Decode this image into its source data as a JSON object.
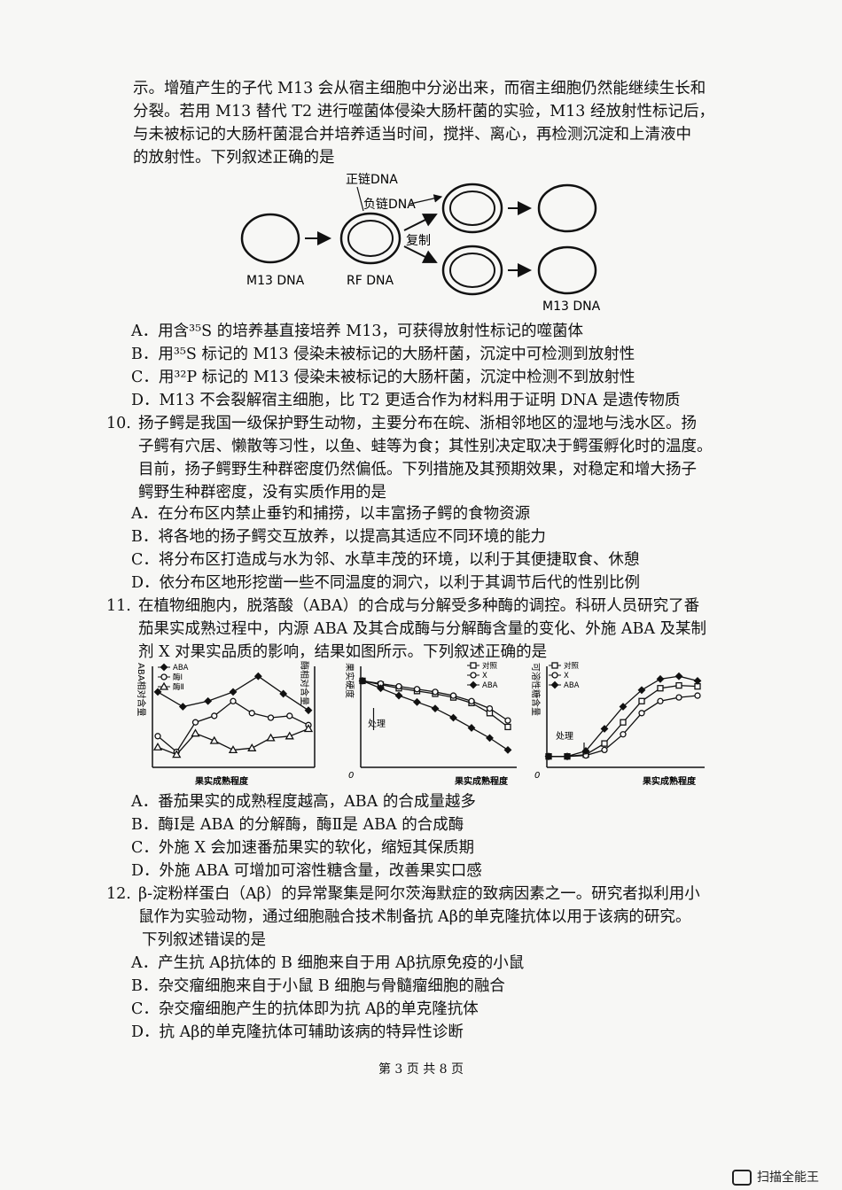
{
  "q9": {
    "stem_lines": [
      "示。增殖产生的子代 M13 会从宿主细胞中分泌出来，而宿主细胞仍然能继续生长和",
      "分裂。若用 M13 替代 T2 进行噬菌体侵染大肠杆菌的实验，M13 经放射性标记后，",
      "与未被标记的大肠杆菌混合并培养适当时间，搅拌、离心，再检测沉淀和上清液中",
      "的放射性。下列叙述正确的是"
    ],
    "diagram": {
      "label_pos_strand": "正链DNA",
      "label_neg_strand": "负链DNA",
      "label_replicate": "复制",
      "label_m13_left": "M13 DNA",
      "label_rf": "RF DNA",
      "label_m13_right": "M13 DNA"
    },
    "options": [
      "A．用含³⁵S 的培养基直接培养 M13，可获得放射性标记的噬菌体",
      "B．用³⁵S 标记的 M13 侵染未被标记的大肠杆菌，沉淀中可检测到放射性",
      "C．用³²P 标记的 M13 侵染未被标记的大肠杆菌，沉淀中检测不到放射性",
      "D．M13 不会裂解宿主细胞，比 T2 更适合作为材料用于证明 DNA 是遗传物质"
    ]
  },
  "q10": {
    "number": "10.",
    "stem_lines": [
      "扬子鳄是我国一级保护野生动物，主要分布在皖、浙相邻地区的湿地与浅水区。扬",
      "子鳄有穴居、懒散等习性，以鱼、蛙等为食；其性别决定取决于鳄蛋孵化时的温度。",
      "目前，扬子鳄野生种群密度仍然偏低。下列措施及其预期效果，对稳定和增大扬子",
      "鳄野生种群密度，没有实质作用的是"
    ],
    "options": [
      "A．在分布区内禁止垂钓和捕捞，以丰富扬子鳄的食物资源",
      "B．将各地的扬子鳄交互放养，以提高其适应不同环境的能力",
      "C．将分布区打造成与水为邻、水草丰茂的环境，以利于其便捷取食、休憩",
      "D．依分布区地形挖凿一些不同温度的洞穴，以利于其调节后代的性别比例"
    ]
  },
  "q11": {
    "number": "11.",
    "stem_lines": [
      "在植物细胞内，脱落酸（ABA）的合成与分解受多种酶的调控。科研人员研究了番",
      "茄果实成熟过程中，内源 ABA 及其合成酶与分解酶含量的变化、外施 ABA 及某制",
      "剂 X 对果实品质的影响，结果如图所示。下列叙述正确的是"
    ],
    "options": [
      "A．番茄果实的成熟程度越高，ABA 的合成量越多",
      "B．酶Ⅰ是 ABA 的分解酶，酶Ⅱ是 ABA 的合成酶",
      "C．外施 X 会加速番茄果实的软化，缩短其保质期",
      "D．外施 ABA 可增加可溶性糖含量，改善果实口感"
    ]
  },
  "chart_data": [
    {
      "type": "line",
      "xlabel": "果实成熟程度",
      "ylabel": "ABA相对含量",
      "ylabel_right": "酶相对含量",
      "legend": [
        "ABA",
        "酶Ⅰ",
        "酶Ⅱ"
      ],
      "series": [
        {
          "name": "ABA",
          "marker": "diamond",
          "values": [
            0.78,
            0.62,
            0.68,
            0.78,
            0.95,
            0.76,
            0.58
          ]
        },
        {
          "name": "酶Ⅰ",
          "marker": "circle",
          "values": [
            0.3,
            0.13,
            0.45,
            0.52,
            0.68,
            0.55,
            0.5,
            0.52,
            0.42
          ]
        },
        {
          "name": "酶Ⅱ",
          "marker": "triangle",
          "values": [
            0.18,
            0.1,
            0.33,
            0.25,
            0.15,
            0.17,
            0.28,
            0.3,
            0.38
          ]
        }
      ]
    },
    {
      "type": "line",
      "xlabel": "果实成熟程度",
      "ylabel": "果实硬度",
      "origin_label": "0",
      "annotation": "处理",
      "legend": [
        "对照",
        "X",
        "ABA"
      ],
      "series": [
        {
          "name": "对照",
          "marker": "square",
          "values": [
            0.9,
            0.86,
            0.82,
            0.79,
            0.76,
            0.72,
            0.66,
            0.55,
            0.4
          ]
        },
        {
          "name": "X",
          "marker": "circle",
          "values": [
            0.9,
            0.87,
            0.84,
            0.81,
            0.78,
            0.74,
            0.68,
            0.6,
            0.47
          ]
        },
        {
          "name": "ABA",
          "marker": "diamond",
          "values": [
            0.9,
            0.82,
            0.74,
            0.67,
            0.6,
            0.5,
            0.39,
            0.28,
            0.15
          ]
        }
      ]
    },
    {
      "type": "line",
      "xlabel": "果实成熟程度",
      "ylabel": "可溶性糖含量",
      "origin_label": "0",
      "annotation": "处理",
      "legend": [
        "对照",
        "X",
        "ABA"
      ],
      "series": [
        {
          "name": "对照",
          "marker": "square",
          "values": [
            0.08,
            0.08,
            0.1,
            0.22,
            0.45,
            0.68,
            0.82,
            0.85,
            0.84
          ]
        },
        {
          "name": "X",
          "marker": "circle",
          "values": [
            0.08,
            0.08,
            0.09,
            0.15,
            0.32,
            0.55,
            0.68,
            0.72,
            0.74
          ]
        },
        {
          "name": "ABA",
          "marker": "diamond",
          "values": [
            0.08,
            0.08,
            0.14,
            0.38,
            0.62,
            0.8,
            0.92,
            0.95,
            0.9
          ]
        }
      ]
    }
  ],
  "q12": {
    "number": "12.",
    "stem_lines": [
      "β-淀粉样蛋白（Aβ）的异常聚集是阿尔茨海默症的致病因素之一。研究者拟利用小",
      "鼠作为实验动物，通过细胞融合技术制备抗 Aβ的单克隆抗体以用于该病的研究。",
      "下列叙述错误的是"
    ],
    "options": [
      "A．产生抗 Aβ抗体的 B 细胞来自于用 Aβ抗原免疫的小鼠",
      "B．杂交瘤细胞来自于小鼠 B 细胞与骨髓瘤细胞的融合",
      "C．杂交瘤细胞产生的抗体即为抗 Aβ的单克隆抗体",
      "D．抗 Aβ的单克隆抗体可辅助该病的特异性诊断"
    ]
  },
  "footer": "第 3 页 共 8 页",
  "watermark": "扫描全能王"
}
